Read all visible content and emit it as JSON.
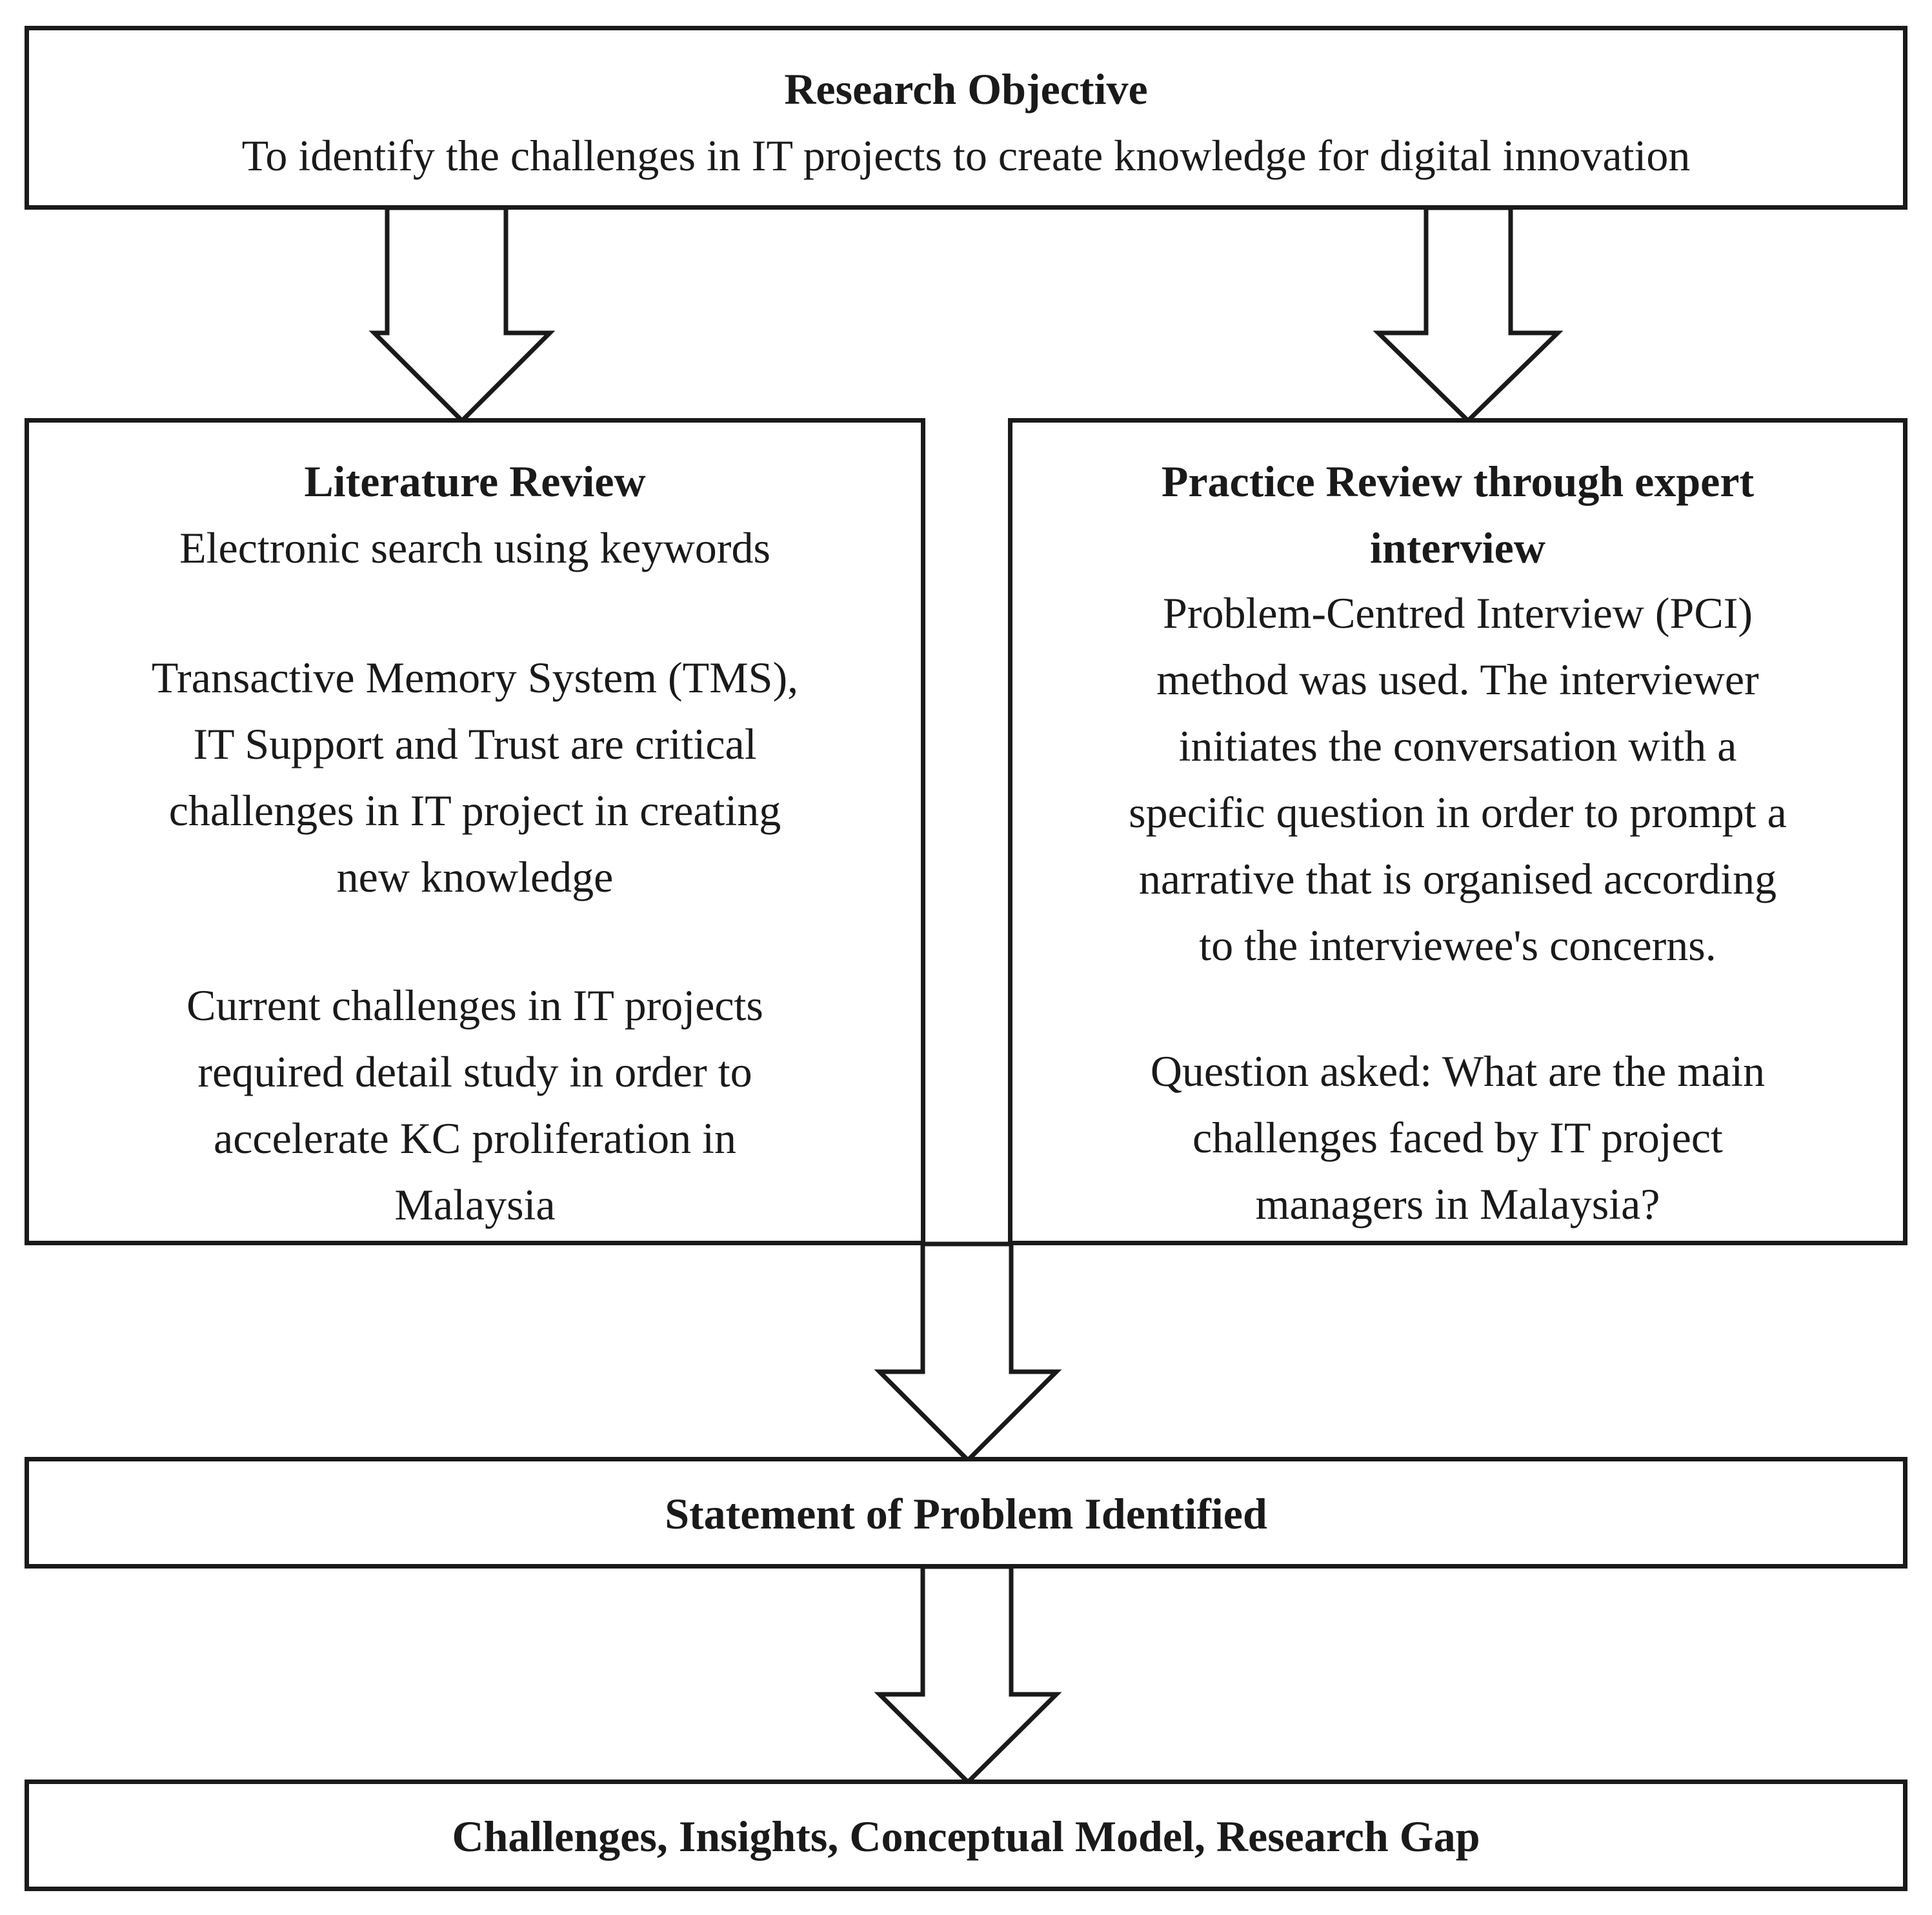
{
  "objective": {
    "title": "Research Objective",
    "text": "To identify the challenges in IT projects to create knowledge for digital innovation"
  },
  "literature": {
    "title": "Literature Review",
    "step1": "Electronic search using keywords",
    "step2": [
      "Transactive Memory System (TMS),",
      "IT Support and Trust are critical",
      "challenges in IT project in creating",
      "new knowledge"
    ],
    "step3": [
      "Current challenges in IT projects",
      "required detail study in order to",
      "accelerate KC proliferation in",
      "Malaysia"
    ]
  },
  "practice": {
    "title": [
      "Practice Review through expert",
      "interview"
    ],
    "method": [
      "Problem-Centred Interview (PCI)",
      "method was used. The interviewer",
      "initiates the conversation with a",
      "specific question in order to prompt a",
      "narrative that is organised according",
      "to the interviewee's concerns."
    ],
    "question": [
      "Question asked: What are the main",
      "challenges faced by IT project",
      "managers in Malaysia?"
    ]
  },
  "problem": {
    "title": "Statement of Problem Identified"
  },
  "outcome": {
    "title": "Challenges, Insights, Conceptual Model, Research Gap"
  }
}
